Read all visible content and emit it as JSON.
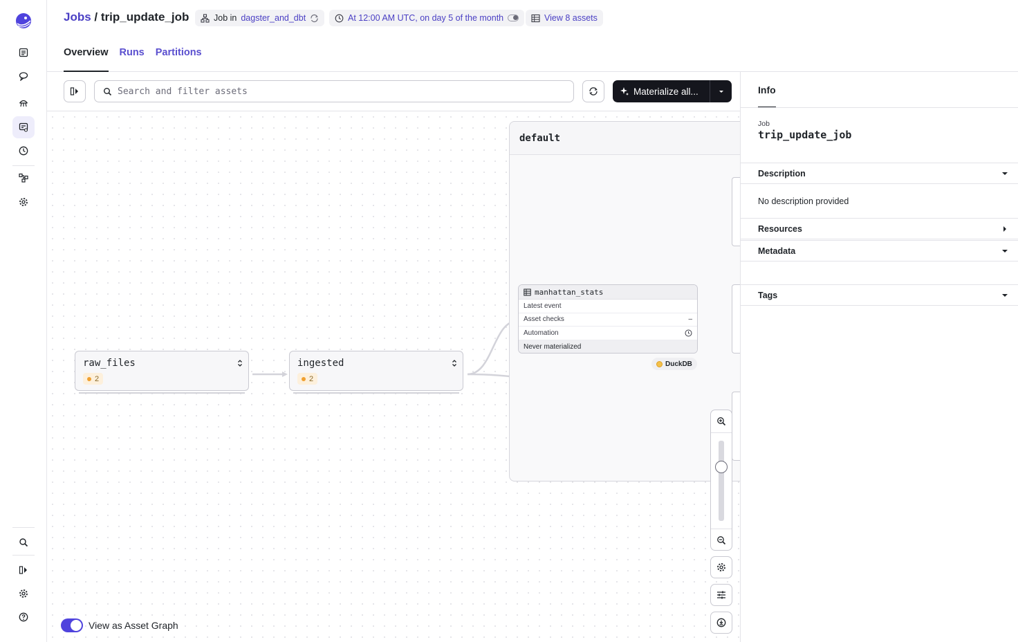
{
  "sidebar": {
    "items": [
      "logo-icon",
      "overview-icon",
      "runs-icon",
      "assets-icon",
      "jobs-icon",
      "schedules-icon",
      "lineage-icon",
      "settings-icon"
    ],
    "bottom": [
      "search-icon",
      "collapse-icon",
      "user-settings-icon",
      "help-icon"
    ]
  },
  "header": {
    "breadcrumb_root": "Jobs",
    "breadcrumb_sep": " / ",
    "job_name": "trip_update_job",
    "chip_job_prefix": "Job in",
    "chip_job_location": "dagster_and_dbt",
    "chip_schedule": "At 12:00 AM UTC, on day 5 of the month",
    "chip_assets": "View 8 assets"
  },
  "tabs": [
    {
      "label": "Overview",
      "active": true
    },
    {
      "label": "Runs",
      "active": false
    },
    {
      "label": "Partitions",
      "active": false
    }
  ],
  "toolbar": {
    "search_placeholder": "Search and filter assets",
    "materialize_label": "Materialize all..."
  },
  "graph": {
    "group_name": "default",
    "ops": [
      {
        "name": "raw_files",
        "count": "2"
      },
      {
        "name": "ingested",
        "count": "2"
      }
    ],
    "asset": {
      "name": "manhattan_stats",
      "rows": [
        {
          "label": "Latest event",
          "value": ""
        },
        {
          "label": "Asset checks",
          "value": "–"
        },
        {
          "label": "Automation",
          "value": ""
        },
        {
          "label": "Never materialized",
          "value": ""
        }
      ],
      "kind": "DuckDB"
    },
    "toggle_label": "View as Asset Graph",
    "toggle_on": true
  },
  "panel": {
    "tab": "Info",
    "job_label": "Job",
    "job_name": "trip_update_job",
    "sections": {
      "description": "Description",
      "description_text": "No description provided",
      "resources": "Resources",
      "metadata": "Metadata",
      "tags": "Tags"
    }
  },
  "colors": {
    "accent": "#4f43dd",
    "link": "#4a3fc4",
    "dark_button": "#15161d"
  }
}
